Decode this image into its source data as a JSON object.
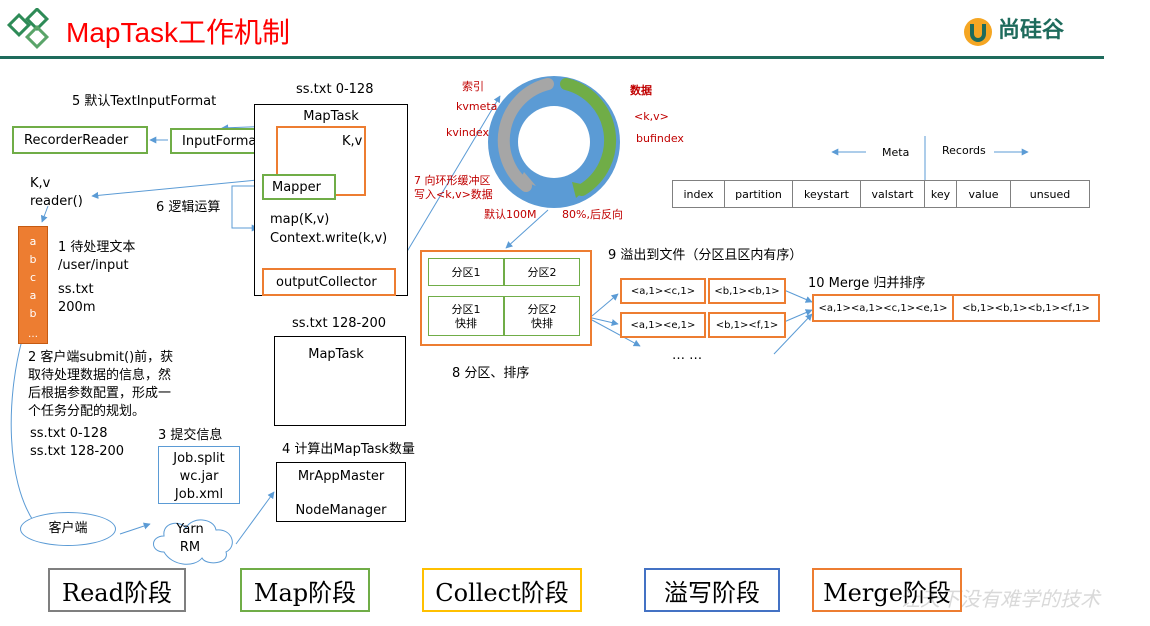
{
  "header": {
    "title": "MapTask工作机制",
    "brand_name": "尚硅谷",
    "watermark": "让天下没有难学的技术"
  },
  "colors": {
    "title_red": "#ff0000",
    "divider_green": "#1e6b5c",
    "green": "#70ad47",
    "orange": "#ed7d31",
    "blue": "#4472c4",
    "yellow": "#ffc000",
    "gray": "#7f7f7f",
    "arrow_blue": "#5b9bd5"
  },
  "read_phase": {
    "step5": "5 默认TextInputFormat",
    "recorder_reader": "RecorderReader",
    "input_format": "InputFormat",
    "kv": "K,v",
    "reader": "reader()",
    "file_chars": [
      "a",
      "b",
      "c",
      "a",
      "b",
      "…"
    ],
    "step1_lines": [
      "1 待处理文本",
      "/user/input"
    ],
    "file_name": "ss.txt",
    "file_size": "200m",
    "step2_lines": [
      "2 客户端submit()前，获",
      "取待处理数据的信息，然",
      "后根据参数配置，形成一",
      "个任务分配的规划。"
    ],
    "splits": [
      "ss.txt  0-128",
      "ss.txt  128-200"
    ],
    "step3": "3 提交信息",
    "job_files": [
      "Job.split",
      "wc.jar",
      "Job.xml"
    ],
    "client": "客户端",
    "yarn_lines": [
      "Yarn",
      "RM"
    ]
  },
  "map_phase": {
    "split1_label": "ss.txt 0-128",
    "maptask1": "MapTask",
    "kv": "K,v",
    "mapper": "Mapper",
    "step6": "6 逻辑运算",
    "map_code": [
      "map(K,v)",
      "Context.write(k,v)"
    ],
    "output_collector": "outputCollector",
    "split2_label": "ss.txt 128-200",
    "maptask2": "MapTask",
    "step4": "4 计算出MapTask数量",
    "app_master": "MrAppMaster",
    "node_manager": "NodeManager"
  },
  "collect_phase": {
    "index_label": "索引",
    "kvmeta": "kvmeta",
    "kvindex": "kvindex",
    "data_label": "数据",
    "kv_pair": "<k,v>",
    "bufindex": "bufindex",
    "step7_lines": [
      "7 向环形缓冲区",
      "写入<k,v>数据"
    ],
    "default_size": "默认100M",
    "threshold": "80%,后反向",
    "meta_label": "Meta",
    "records_label": "Records",
    "meta_fields": [
      "index",
      "partition",
      "keystart",
      "valstart"
    ],
    "record_fields": [
      "key",
      "value",
      "unsued"
    ]
  },
  "spill_phase": {
    "partitions_top": [
      "分区1",
      "分区2"
    ],
    "partitions_bottom": [
      [
        "分区1",
        "快排"
      ],
      [
        "分区2",
        "快排"
      ]
    ],
    "step8": "8 分区、排序",
    "step9": "9 溢出到文件（分区且区内有序）",
    "spill1": [
      "<a,1><c,1>",
      "<b,1><b,1>"
    ],
    "spill2": [
      "<a,1><e,1>",
      "<b,1><f,1>"
    ],
    "ellipsis": "…   …"
  },
  "merge_phase": {
    "step10": "10 Merge 归并排序",
    "merged": [
      "<a,1><a,1><c,1><e,1>",
      "<b,1><b,1><b,1><f,1>"
    ]
  },
  "legend": [
    {
      "label": "Read阶段",
      "color": "#7f7f7f"
    },
    {
      "label": "Map阶段",
      "color": "#70ad47"
    },
    {
      "label": "Collect阶段",
      "color": "#ffc000"
    },
    {
      "label": "溢写阶段",
      "color": "#4472c4"
    },
    {
      "label": "Merge阶段",
      "color": "#ed7d31"
    }
  ]
}
